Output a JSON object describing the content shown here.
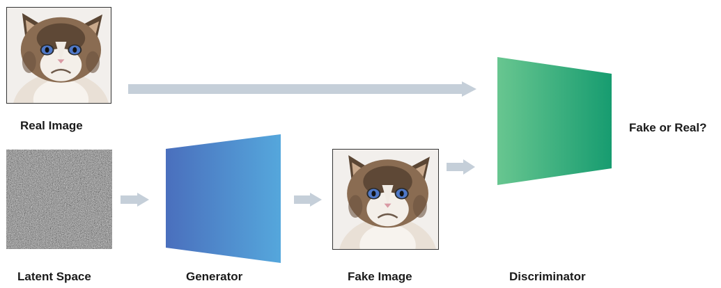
{
  "labels": {
    "real_image": "Real Image",
    "latent_space": "Latent Space",
    "generator": "Generator",
    "fake_image": "Fake Image",
    "discriminator": "Discriminator",
    "output": "Fake or Real?"
  },
  "colors": {
    "arrow": "#c5cfd9",
    "generator_gradient": [
      "#4a6fbd",
      "#55a7dc"
    ],
    "discriminator_gradient": [
      "#68c690",
      "#179c70"
    ],
    "noise_base": "#7f7f7f",
    "frame": "#333333"
  },
  "icons": {
    "real_image": "grumpy-cat-photo",
    "fake_image": "grumpy-cat-photo",
    "latent_space": "gaussian-noise"
  }
}
